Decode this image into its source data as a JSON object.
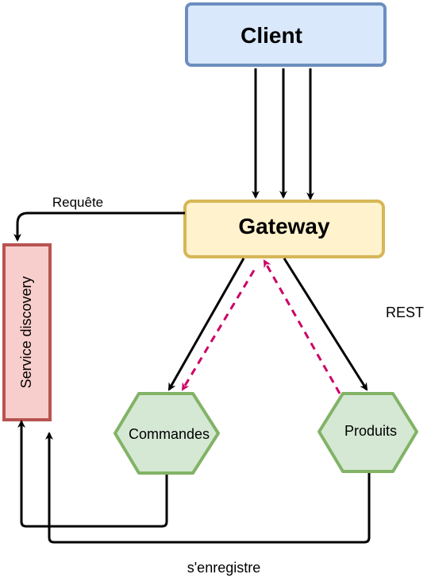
{
  "nodes": {
    "client": {
      "label": "Client",
      "fill": "#dae8fc",
      "stroke": "#6c8ebf"
    },
    "gateway": {
      "label": "Gateway",
      "fill": "#fff2cc",
      "stroke": "#d6b656"
    },
    "service_discovery": {
      "label": "Service discovery",
      "fill": "#f8cecc",
      "stroke": "#b85450"
    },
    "commandes": {
      "label": "Commandes",
      "fill": "#d5e8d4",
      "stroke": "#82b366"
    },
    "produits": {
      "label": "Produits",
      "fill": "#d5e8d4",
      "stroke": "#82b366"
    }
  },
  "edge_labels": {
    "requete": "Requête",
    "rest": "REST",
    "enregistre": "s'enregistre"
  },
  "colors": {
    "arrow": "#000000",
    "dashed_arrow": "#cc0066"
  }
}
